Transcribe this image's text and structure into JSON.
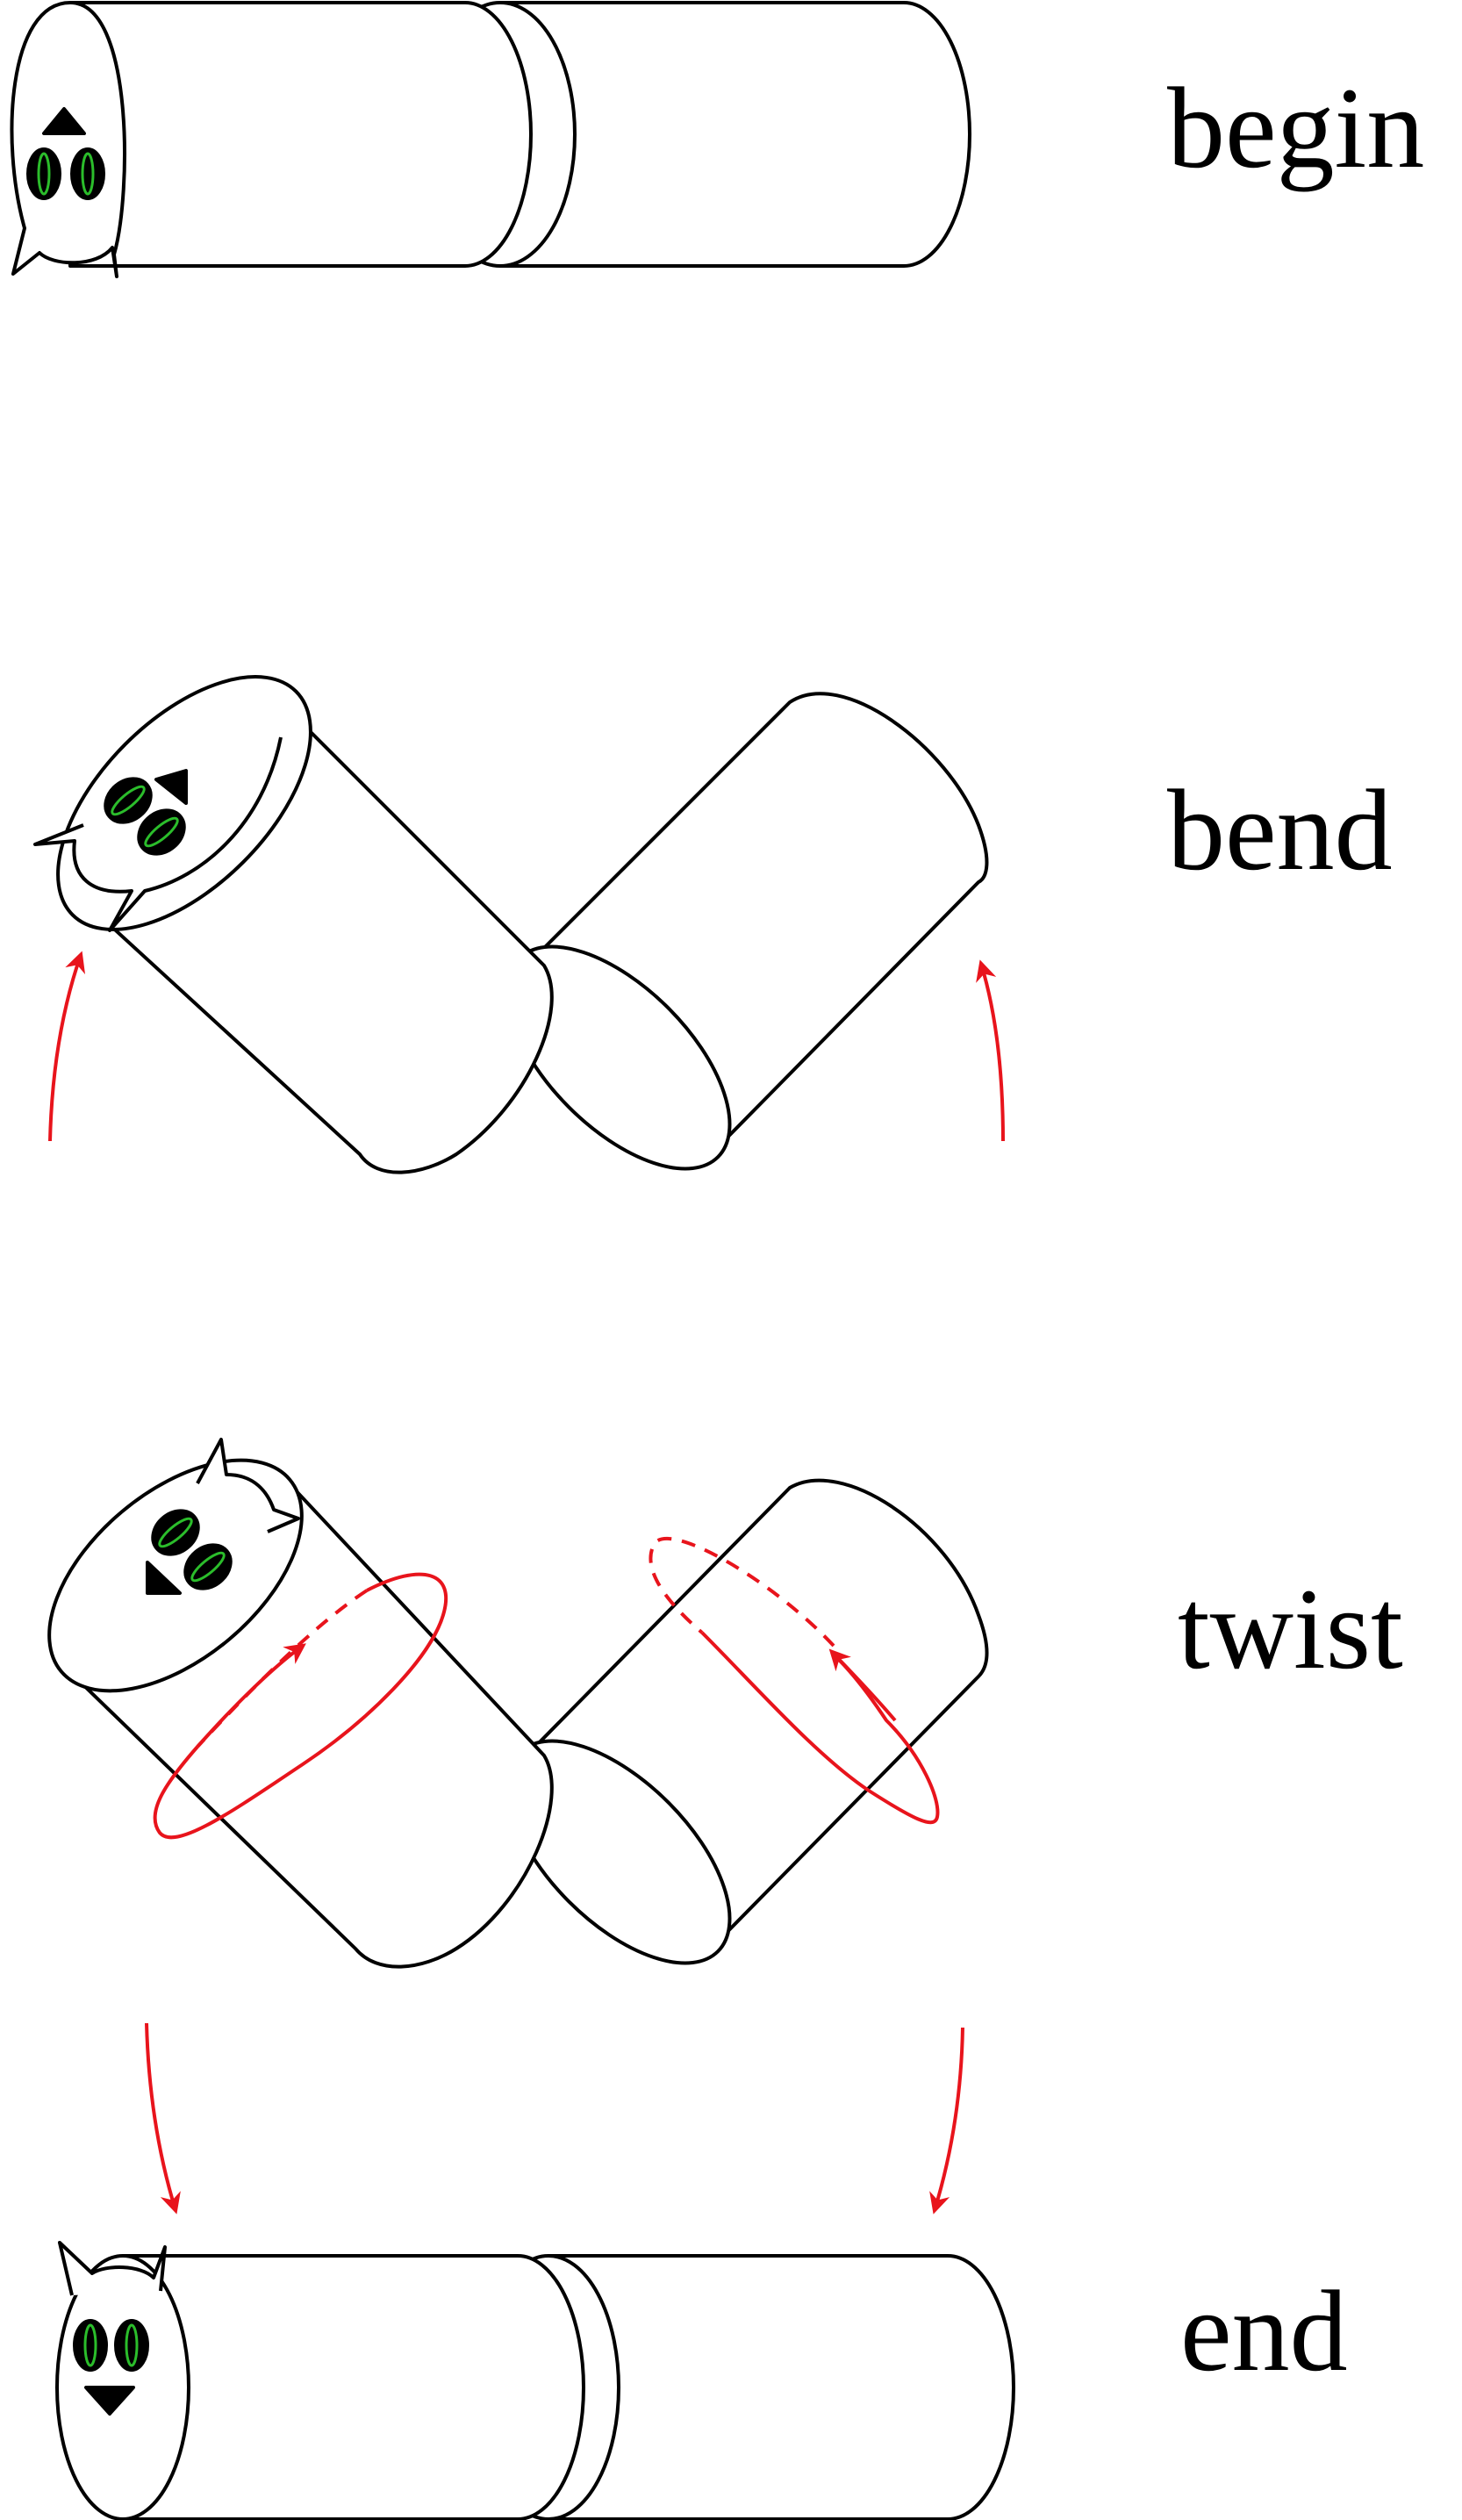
{
  "stages": [
    {
      "id": "begin",
      "label": "begin"
    },
    {
      "id": "bend",
      "label": "bend"
    },
    {
      "id": "twist",
      "label": "twist"
    },
    {
      "id": "end",
      "label": "end"
    }
  ],
  "colors": {
    "outline": "#000000",
    "arrow": "#e8141c",
    "eye": "#2bbd2b",
    "background": "#ffffff"
  },
  "icons": [
    "cat-head-icon",
    "cylinder-segment",
    "curved-arrow-icon",
    "rotation-loop-icon"
  ]
}
